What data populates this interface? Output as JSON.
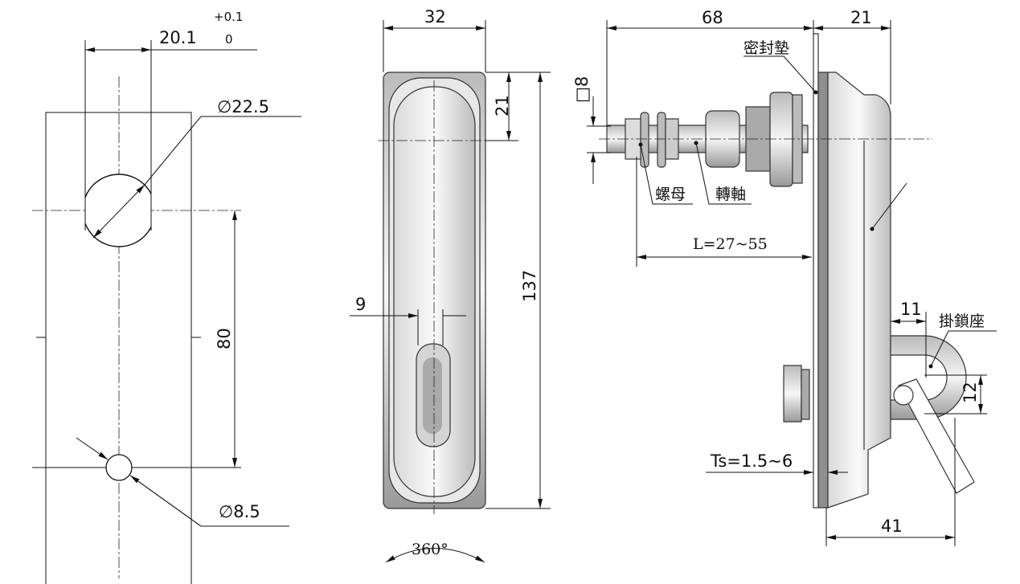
{
  "title": "Compression latch technical drawing",
  "cutout_view": {
    "width_dim": "20.1",
    "tol_upper": "+0.1",
    "tol_lower": "0",
    "big_hole_dia": "∅22.5",
    "spacing_dim": "80",
    "small_hole_dia": "∅8.5"
  },
  "front_view": {
    "width_dim": "32",
    "top_dim": "21",
    "height_dim": "137",
    "offset_dim": "9",
    "rotation": "360°"
  },
  "side_view": {
    "length_dim": "68",
    "body_depth_dim": "21",
    "square_dim": "□8",
    "gasket_label": "密封墊",
    "nut_label": "螺母",
    "shaft_label": "轉軸",
    "grip_length": "L=27~55",
    "hasp_offset_dim": "11",
    "hasp_label": "掛鎖座",
    "hasp_hole_dim": "12",
    "panel_thickness": "Ts=1.5~6",
    "total_depth_dim": "41"
  },
  "colors": {
    "line": "#111111",
    "metal_light": "#f2f2f2",
    "metal_dark": "#9a9a9a"
  }
}
